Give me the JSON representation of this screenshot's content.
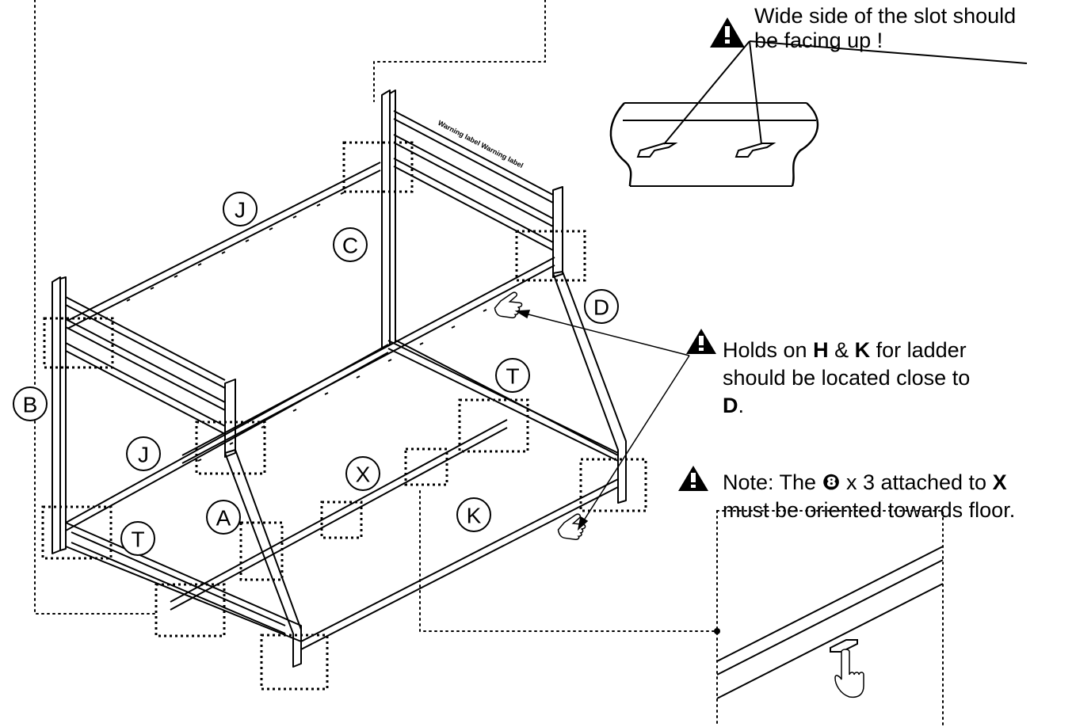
{
  "notes": {
    "slot": {
      "line1": "Wide side of the slot should",
      "line2": "be facing up !"
    },
    "holds": {
      "pre": "Holds on ",
      "h": "H",
      "amp": " & ",
      "k": "K",
      "post": " for  ladder",
      "line2": "should be located close to",
      "d": "D",
      "dot": "."
    },
    "floor": {
      "pre": "Note: The ",
      "glyph": "❽",
      "mid": " x 3 attached to ",
      "x": "X",
      "line2": "must be oriented towards floor."
    }
  },
  "part_labels": {
    "J_upper": "J",
    "C": "C",
    "D": "D",
    "B": "B",
    "T_right": "T",
    "J_lower": "J",
    "X": "X",
    "A": "A",
    "T_left": "T",
    "K": "K"
  },
  "headboard_stamp": "Warning label Warning label",
  "icons": [
    "warning-triangle-icon",
    "pointing-hand-icon"
  ]
}
